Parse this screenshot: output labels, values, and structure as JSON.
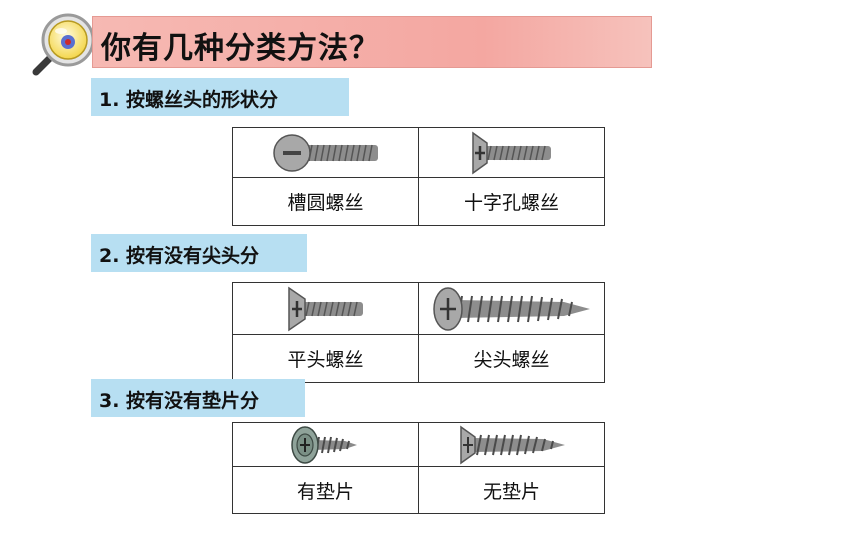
{
  "title": "你有几种分类方法？",
  "sections": [
    {
      "label": "1. 按螺丝头的形状分",
      "items": [
        {
          "name": "槽圆螺丝",
          "icon": "slotted-round-screw-icon"
        },
        {
          "name": "十字孔螺丝",
          "icon": "phillips-screw-icon"
        }
      ]
    },
    {
      "label": "2. 按有没有尖头分",
      "items": [
        {
          "name": "平头螺丝",
          "icon": "flat-tip-screw-icon"
        },
        {
          "name": "尖头螺丝",
          "icon": "pointed-screw-icon"
        }
      ]
    },
    {
      "label": "3. 按有没有垫片分",
      "items": [
        {
          "name": "有垫片",
          "icon": "washer-screw-icon"
        },
        {
          "name": "无垫片",
          "icon": "no-washer-screw-icon"
        }
      ]
    }
  ]
}
